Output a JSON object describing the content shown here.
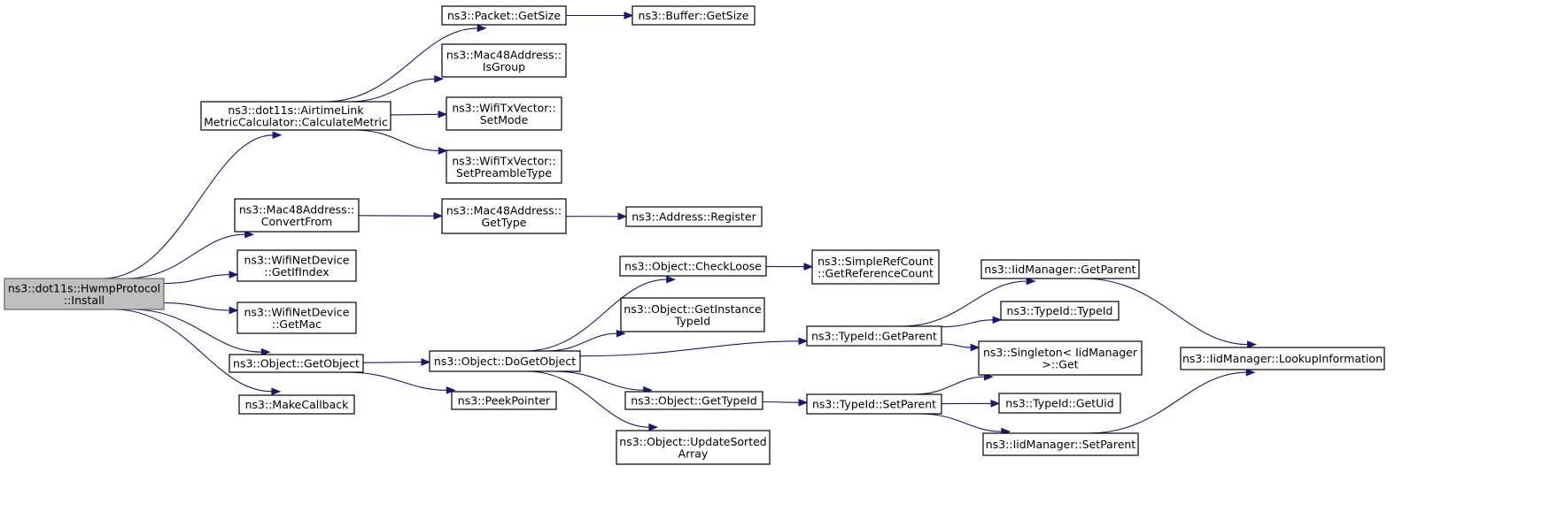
{
  "nodes": [
    {
      "id": "install",
      "lines": [
        "ns3::dot11s::HwmpProtocol",
        "::Install"
      ],
      "root": true
    },
    {
      "id": "calcmetric",
      "lines": [
        "ns3::dot11s::AirtimeLink",
        "MetricCalculator::CalculateMetric"
      ]
    },
    {
      "id": "convertfrom",
      "lines": [
        "ns3::Mac48Address::",
        "ConvertFrom"
      ]
    },
    {
      "id": "getifindex",
      "lines": [
        "ns3::WifiNetDevice",
        "::GetIfIndex"
      ]
    },
    {
      "id": "getmac",
      "lines": [
        "ns3::WifiNetDevice",
        "::GetMac"
      ]
    },
    {
      "id": "getobject",
      "lines": [
        "ns3::Object::GetObject"
      ]
    },
    {
      "id": "makecallback",
      "lines": [
        "ns3::MakeCallback"
      ]
    },
    {
      "id": "packetgetsize",
      "lines": [
        "ns3::Packet::GetSize"
      ]
    },
    {
      "id": "bufgetsize",
      "lines": [
        "ns3::Buffer::GetSize"
      ]
    },
    {
      "id": "isgroup",
      "lines": [
        "ns3::Mac48Address::",
        "IsGroup"
      ]
    },
    {
      "id": "setmode",
      "lines": [
        "ns3::WifiTxVector::",
        "SetMode"
      ]
    },
    {
      "id": "setpreamble",
      "lines": [
        "ns3::WifiTxVector::",
        "SetPreambleType"
      ]
    },
    {
      "id": "gettype",
      "lines": [
        "ns3::Mac48Address::",
        "GetType"
      ]
    },
    {
      "id": "register",
      "lines": [
        "ns3::Address::Register"
      ]
    },
    {
      "id": "dogetobject",
      "lines": [
        "ns3::Object::DoGetObject"
      ]
    },
    {
      "id": "peekpointer",
      "lines": [
        "ns3::PeekPointer"
      ]
    },
    {
      "id": "checkloose",
      "lines": [
        "ns3::Object::CheckLoose"
      ]
    },
    {
      "id": "getinstance",
      "lines": [
        "ns3::Object::GetInstance",
        "TypeId"
      ]
    },
    {
      "id": "objgettypeid",
      "lines": [
        "ns3::Object::GetTypeId"
      ]
    },
    {
      "id": "updatesorted",
      "lines": [
        "ns3::Object::UpdateSorted",
        "Array"
      ]
    },
    {
      "id": "getrefcount",
      "lines": [
        "ns3::SimpleRefCount",
        "::GetReferenceCount"
      ]
    },
    {
      "id": "typeidgetparent",
      "lines": [
        "ns3::TypeId::GetParent"
      ]
    },
    {
      "id": "typeidsetparent",
      "lines": [
        "ns3::TypeId::SetParent"
      ]
    },
    {
      "id": "iidgetparent",
      "lines": [
        "ns3::IidManager::GetParent"
      ]
    },
    {
      "id": "typeidctor",
      "lines": [
        "ns3::TypeId::TypeId"
      ]
    },
    {
      "id": "singletonget",
      "lines": [
        "ns3::Singleton< IidManager",
        " >::Get"
      ]
    },
    {
      "id": "getuid",
      "lines": [
        "ns3::TypeId::GetUid"
      ]
    },
    {
      "id": "iidsetparent",
      "lines": [
        "ns3::IidManager::SetParent"
      ]
    },
    {
      "id": "lookupinfo",
      "lines": [
        "ns3::IidManager::LookupInformation"
      ]
    }
  ],
  "edges": [
    [
      "install",
      "calcmetric"
    ],
    [
      "install",
      "convertfrom"
    ],
    [
      "install",
      "getifindex"
    ],
    [
      "install",
      "getmac"
    ],
    [
      "install",
      "getobject"
    ],
    [
      "install",
      "makecallback"
    ],
    [
      "calcmetric",
      "packetgetsize"
    ],
    [
      "calcmetric",
      "isgroup"
    ],
    [
      "calcmetric",
      "setmode"
    ],
    [
      "calcmetric",
      "setpreamble"
    ],
    [
      "packetgetsize",
      "bufgetsize"
    ],
    [
      "convertfrom",
      "gettype"
    ],
    [
      "gettype",
      "register"
    ],
    [
      "getobject",
      "dogetobject"
    ],
    [
      "getobject",
      "peekpointer"
    ],
    [
      "dogetobject",
      "checkloose"
    ],
    [
      "dogetobject",
      "getinstance"
    ],
    [
      "dogetobject",
      "typeidgetparent"
    ],
    [
      "dogetobject",
      "objgettypeid"
    ],
    [
      "dogetobject",
      "updatesorted"
    ],
    [
      "checkloose",
      "getrefcount"
    ],
    [
      "objgettypeid",
      "typeidsetparent"
    ],
    [
      "typeidgetparent",
      "iidgetparent"
    ],
    [
      "typeidgetparent",
      "typeidctor"
    ],
    [
      "typeidgetparent",
      "singletonget"
    ],
    [
      "typeidsetparent",
      "singletonget"
    ],
    [
      "typeidsetparent",
      "getuid"
    ],
    [
      "typeidsetparent",
      "iidsetparent"
    ],
    [
      "iidgetparent",
      "lookupinfo"
    ],
    [
      "iidsetparent",
      "lookupinfo"
    ]
  ]
}
